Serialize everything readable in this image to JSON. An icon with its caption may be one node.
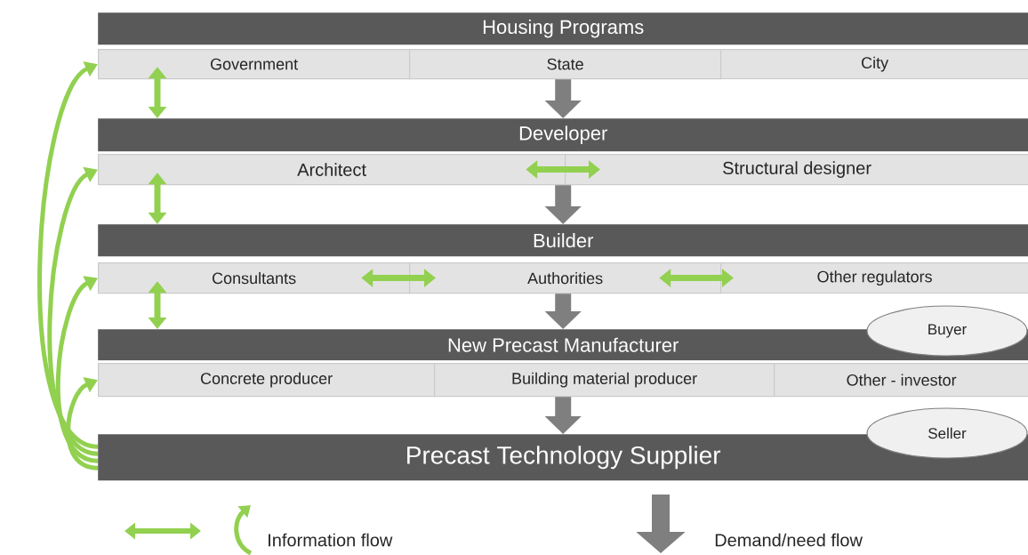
{
  "diagram": {
    "nodes": [
      {
        "text": [
          "Housing Programs"
        ]
      },
      {
        "text": [
          "Government"
        ]
      },
      {
        "text": [
          "State"
        ]
      },
      {
        "text": [
          "City"
        ]
      },
      {
        "text": [
          "Developer"
        ]
      },
      {
        "text": [
          "Architect"
        ]
      },
      {
        "text": [
          "Structural designer"
        ]
      },
      {
        "text": [
          "Builder"
        ]
      },
      {
        "text": [
          "Consultants"
        ]
      },
      {
        "text": [
          "Authorities"
        ]
      },
      {
        "text": [
          "Other regulators"
        ]
      },
      {
        "text": [
          "New Precast Manufacturer"
        ]
      },
      {
        "text": [
          "Buyer"
        ]
      },
      {
        "text": [
          "Concrete producer"
        ]
      },
      {
        "text": [
          "Building material producer"
        ]
      },
      {
        "text": [
          "Other - investor"
        ]
      },
      {
        "text": [
          "Seller"
        ]
      },
      {
        "text": [
          "Precast Technology Supplier"
        ]
      }
    ],
    "edges": [
      {
        "from": 2,
        "to": 4,
        "arrow": "to",
        "style": "thick",
        "color": "#7f7f7f"
      },
      {
        "from": 6,
        "to": 7,
        "arrow": "to",
        "style": "thick",
        "color": "#7f7f7f"
      },
      {
        "from": 9,
        "to": 11,
        "arrow": "to",
        "style": "thick",
        "color": "#7f7f7f"
      },
      {
        "from": 14,
        "to": 17,
        "arrow": "to",
        "style": "thick",
        "color": "#7f7f7f"
      },
      {
        "from": 1,
        "to": 4,
        "arrow": "both"
      },
      {
        "from": 5,
        "to": 7,
        "arrow": "both"
      },
      {
        "from": 8,
        "to": 11,
        "arrow": "both"
      },
      {
        "from": 5,
        "to": 6,
        "arrow": "both"
      },
      {
        "from": 8,
        "to": 9,
        "arrow": "both"
      },
      {
        "from": 9,
        "to": 10,
        "arrow": "both"
      },
      {
        "from": 17,
        "to": 1,
        "arrow": "to"
      },
      {
        "from": 17,
        "to": 5,
        "arrow": "to"
      },
      {
        "from": 17,
        "to": 8,
        "arrow": "to"
      },
      {
        "from": 17,
        "to": 13,
        "arrow": "to"
      }
    ],
    "legend": [
      {
        "text": "Information flow"
      },
      {
        "text": "Demand/need flow"
      }
    ]
  }
}
